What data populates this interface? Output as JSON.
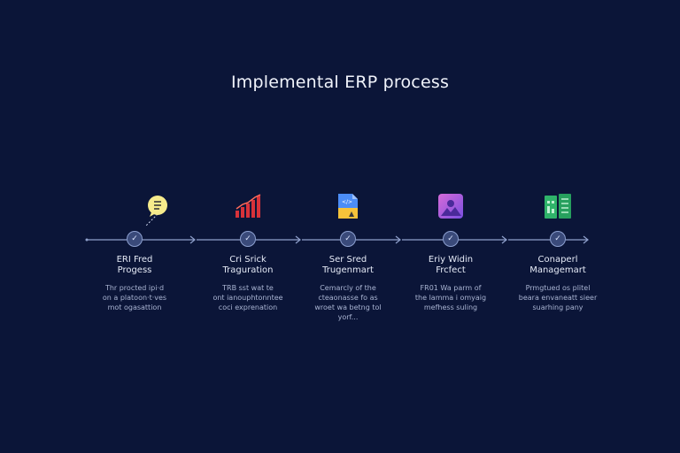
{
  "title": "Implemental ERP process",
  "steps": [
    {
      "title": "ERI Fred\nProgess",
      "description": "Thr procted ipi·d\non a platoon·t·ves\nmot ogasattion",
      "icon": "speech-bubble-icon",
      "color": "#f4e36a"
    },
    {
      "title": "Cri Srick\nTraguration",
      "description": "TRB sst wat te\nont ianouphtonntee\ncoci exprenation",
      "icon": "bar-chart-icon",
      "color": "#e03a3e"
    },
    {
      "title": "Ser Sred\nTrugenmart",
      "description": "Cemarcly of the\ncteaonasse fo as\nwroet wa betng tol\nyorf...",
      "icon": "document-icon",
      "color": "#4c8df6"
    },
    {
      "title": "Eriy Widin\nFrcfect",
      "description": "FR01 Wa parm of\nthe lamma i omyaig\nmefhess suling",
      "icon": "image-icon",
      "color": "#b05be0"
    },
    {
      "title": "Conaperl\nManagemart",
      "description": "Prmgtued os plitel\nbeara envaneatt sieer\nsuarhing pany",
      "icon": "spreadsheet-icon",
      "color": "#2fb36a"
    }
  ]
}
